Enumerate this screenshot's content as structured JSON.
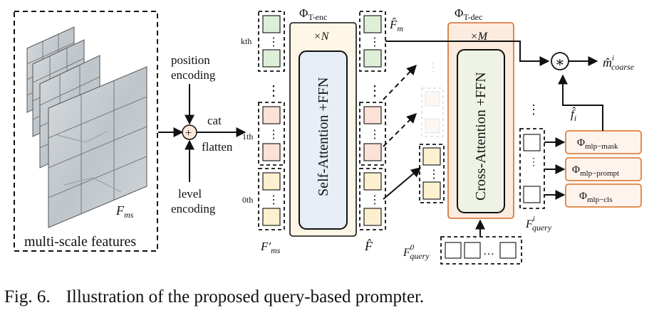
{
  "figure": {
    "caption_label": "Fig. 6.",
    "caption_text": "Illustration of the proposed query-based prompter."
  },
  "labels": {
    "multi_scale": "multi-scale features",
    "F_ms": "F",
    "F_ms_sub": "ms",
    "position_encoding_1": "position",
    "position_encoding_2": "encoding",
    "level_encoding_1": "level",
    "level_encoding_2": "encoding",
    "cat": "cat",
    "flatten": "flatten",
    "add_symbol": "+",
    "kth": "kth",
    "first": "1th",
    "zeroth": "0th",
    "F_ms_prime": "F′",
    "F_ms_prime_sub": "ms",
    "phi_enc": "Φ",
    "phi_enc_sub": "T-enc",
    "times_N": "×N",
    "self_attention": "Self-Attention +FFN",
    "F_hat": "F̂",
    "F_hat_m": "F̂",
    "F_hat_m_sub": "m",
    "phi_dec": "Φ",
    "phi_dec_sub": "T-dec",
    "times_M": "×M",
    "cross_attention": "Cross-Attention +FFN",
    "query0": "F",
    "query0_sup": "0",
    "query0_sub": "query",
    "queryi": "F",
    "queryi_sup": "i",
    "queryi_sub": "query",
    "f_i": "f̂",
    "f_i_sub": "i",
    "mult_symbol": "∗",
    "m_coarse": "m̂",
    "m_coarse_sup": "i",
    "m_coarse_sub": "coarse",
    "vdots": "⋮",
    "ellipsis": "…",
    "mlp_mask": "Φ",
    "mlp_mask_sub": "mlp−mask",
    "mlp_prompt": "Φ",
    "mlp_prompt_sub": "mlp−prompt",
    "mlp_cls": "Φ",
    "mlp_cls_sub": "mlp−cls"
  },
  "colors": {
    "green_token": "#ddefd6",
    "peach_token": "#fbe1d6",
    "yellow_token": "#fdf0cf",
    "enc_panel": "#fef7e6",
    "dec_panel": "#fcebdf",
    "inner_panel": "#e7eef6",
    "inner_panel_dec": "#eef3e6",
    "orange_border": "#e0813c",
    "dec_border": "#d46a2a"
  }
}
